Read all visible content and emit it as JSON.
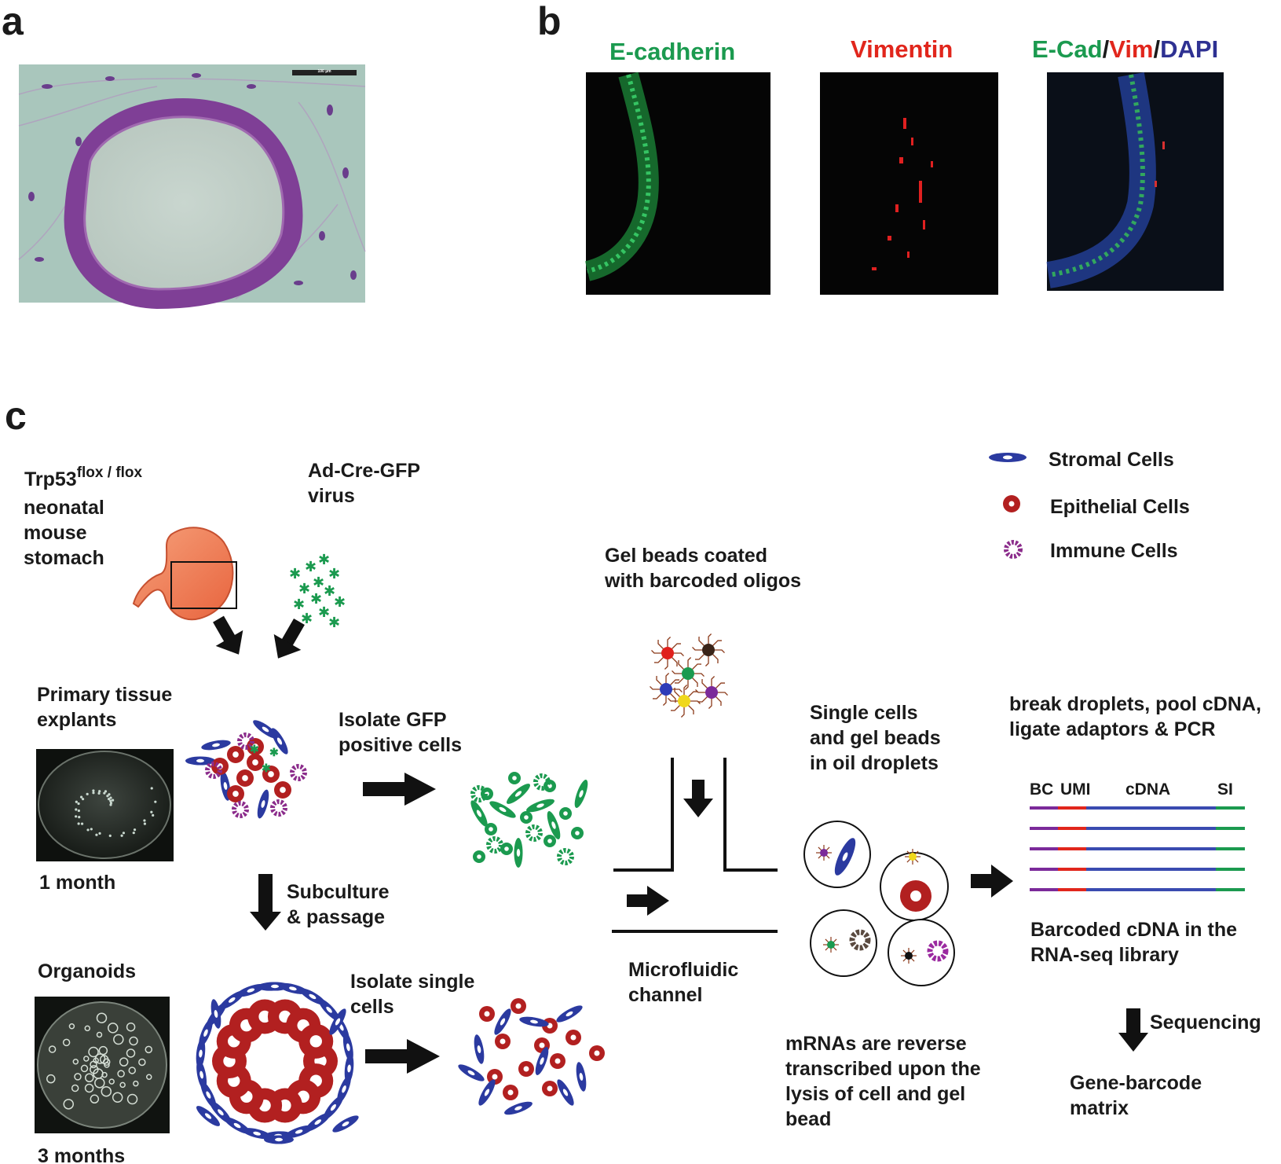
{
  "panels": {
    "a": "a",
    "b": "b",
    "c": "c"
  },
  "panel_b": {
    "ecad": "E-cadherin",
    "vim": "Vimentin",
    "merge": {
      "part1": "E-Cad",
      "sep1": "/",
      "part2": "Vim",
      "sep2": "/",
      "part3": "DAPI"
    }
  },
  "colors": {
    "green": "#1b9a4f",
    "red": "#e1261c",
    "blue": "#2e3192",
    "stromal": "#2b3aa0",
    "epithelial": "#b22020",
    "immune": "#8b2c8b",
    "gfp": "#1b9a4f",
    "text": "#1a1a1a"
  },
  "legend": {
    "stromal": "Stromal Cells",
    "epithelial": "Epithelial Cells",
    "immune": "Immune Cells"
  },
  "mouse": {
    "gene": "Trp53",
    "allele": "flox / flox",
    "desc": "neonatal\nmouse\nstomach"
  },
  "virus": "Ad-Cre-GFP\nvirus",
  "primary": "Primary tissue\nexplants",
  "one_month": "1 month",
  "isolate_gfp": "Isolate GFP\npositive cells",
  "subculture": "Subculture\n& passage",
  "organoids": "Organoids",
  "three_months": "3 months",
  "isolate_single": "Isolate single\ncells",
  "gel_beads": "Gel beads coated\nwith barcoded oligos",
  "microfluidic": "Microfluidic\nchannel",
  "single_cells": "Single cells\nand gel beads\nin oil droplets",
  "mrna": "mRNAs are reverse\ntranscribed upon the\nlysis of cell and gel\nbead",
  "break": "break droplets, pool cDNA,\nligate adaptors & PCR",
  "library_labels": {
    "bc": "BC",
    "umi": "UMI",
    "cdna": "cDNA",
    "si": "SI"
  },
  "barcoded": "Barcoded cDNA in the\nRNA-seq library",
  "sequencing": "Sequencing",
  "matrix": "Gene-barcode\nmatrix"
}
